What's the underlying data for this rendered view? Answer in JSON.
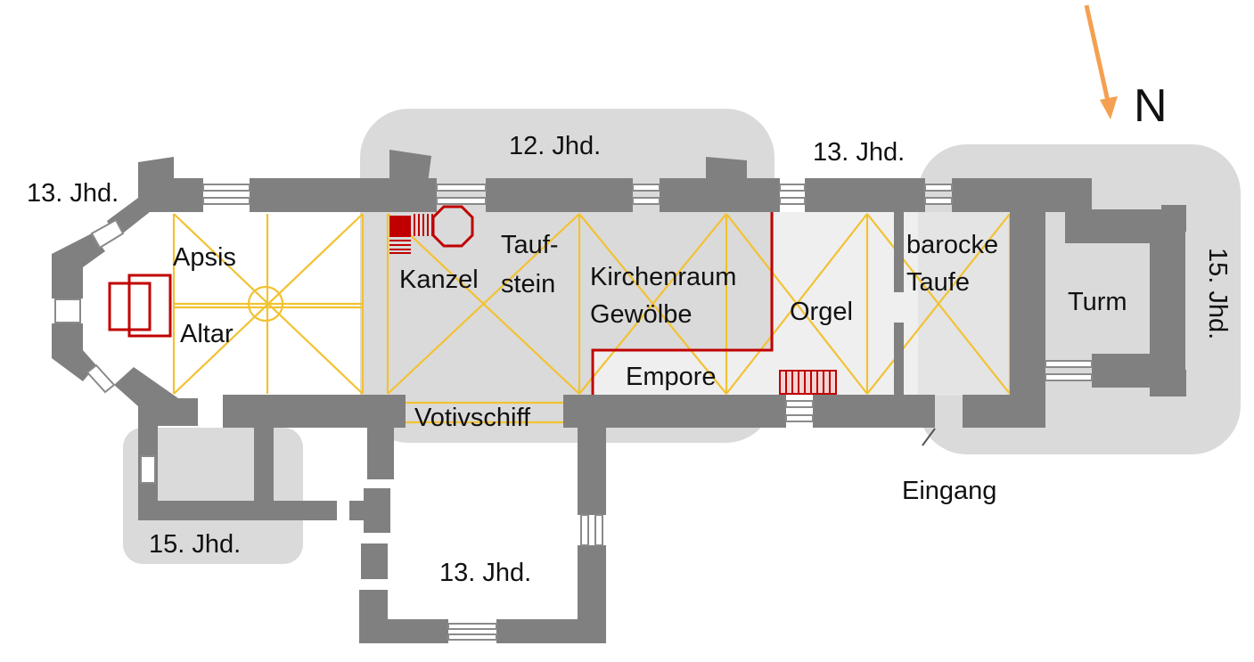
{
  "plan": {
    "north_label": "N",
    "colors": {
      "wall": "#808080",
      "zone": "#dadada",
      "vault_ribs": "#f2c232",
      "furnishing": "#c00000",
      "north_arrow": "#f4a050"
    },
    "labels": {
      "period_apse": "13. Jhd.",
      "period_nave": "12. Jhd.",
      "period_mid": "13. Jhd.",
      "period_tower": "15. Jhd.",
      "period_chapel": "15. Jhd.",
      "period_sacristy": "13. Jhd.",
      "apsis": "Apsis",
      "altar": "Altar",
      "kanzel": "Kanzel",
      "taufstein_1": "Tauf-",
      "taufstein_2": "stein",
      "kirchenraum_1": "Kirchenraum",
      "kirchenraum_2": "Gewölbe",
      "orgel": "Orgel",
      "barocke_1": "barocke",
      "barocke_2": "Taufe",
      "turm": "Turm",
      "empore": "Empore",
      "votivschiff": "Votivschiff",
      "eingang": "Eingang"
    }
  }
}
